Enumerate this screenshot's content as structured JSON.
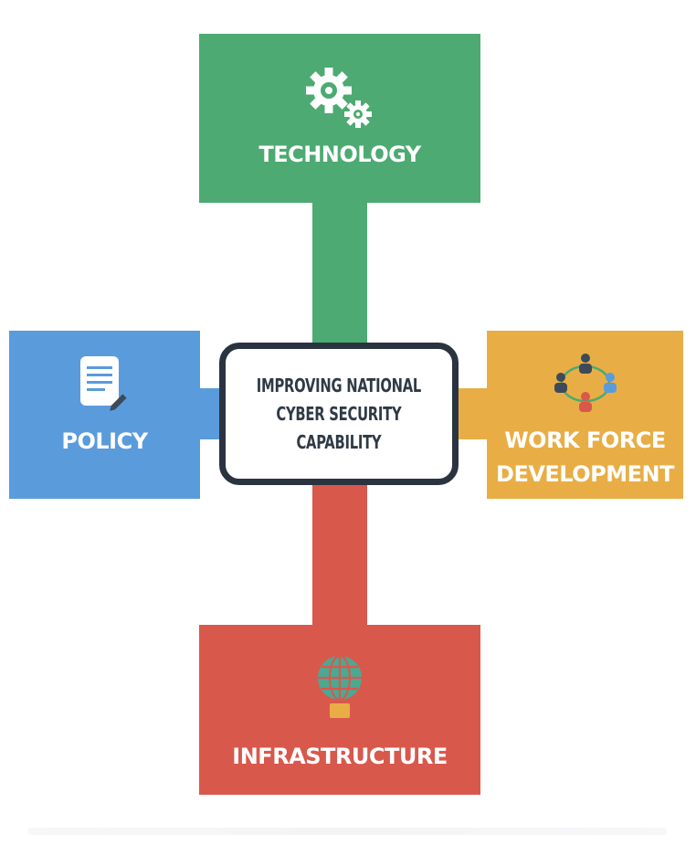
{
  "center": {
    "lines": [
      "IMPROVING NATIONAL",
      "CYBER SECURITY",
      "CAPABILITY"
    ]
  },
  "technology": {
    "label": "TECHNOLOGY",
    "color": "#4daa72",
    "icon": "gears-icon"
  },
  "policy": {
    "label": "POLICY",
    "color": "#5a9bdc",
    "icon": "document-pen-icon"
  },
  "workforce": {
    "label_line1": "WORK FORCE",
    "label_line2": "DEVELOPMENT",
    "color": "#e8ae45",
    "icon": "people-network-icon"
  },
  "infrastructure": {
    "label": "INFRASTRUCTURE",
    "color": "#d9584c",
    "icon": "globe-lightbulb-icon"
  },
  "colors": {
    "center_border": "#2a3440",
    "center_text": "#2f3a46"
  }
}
